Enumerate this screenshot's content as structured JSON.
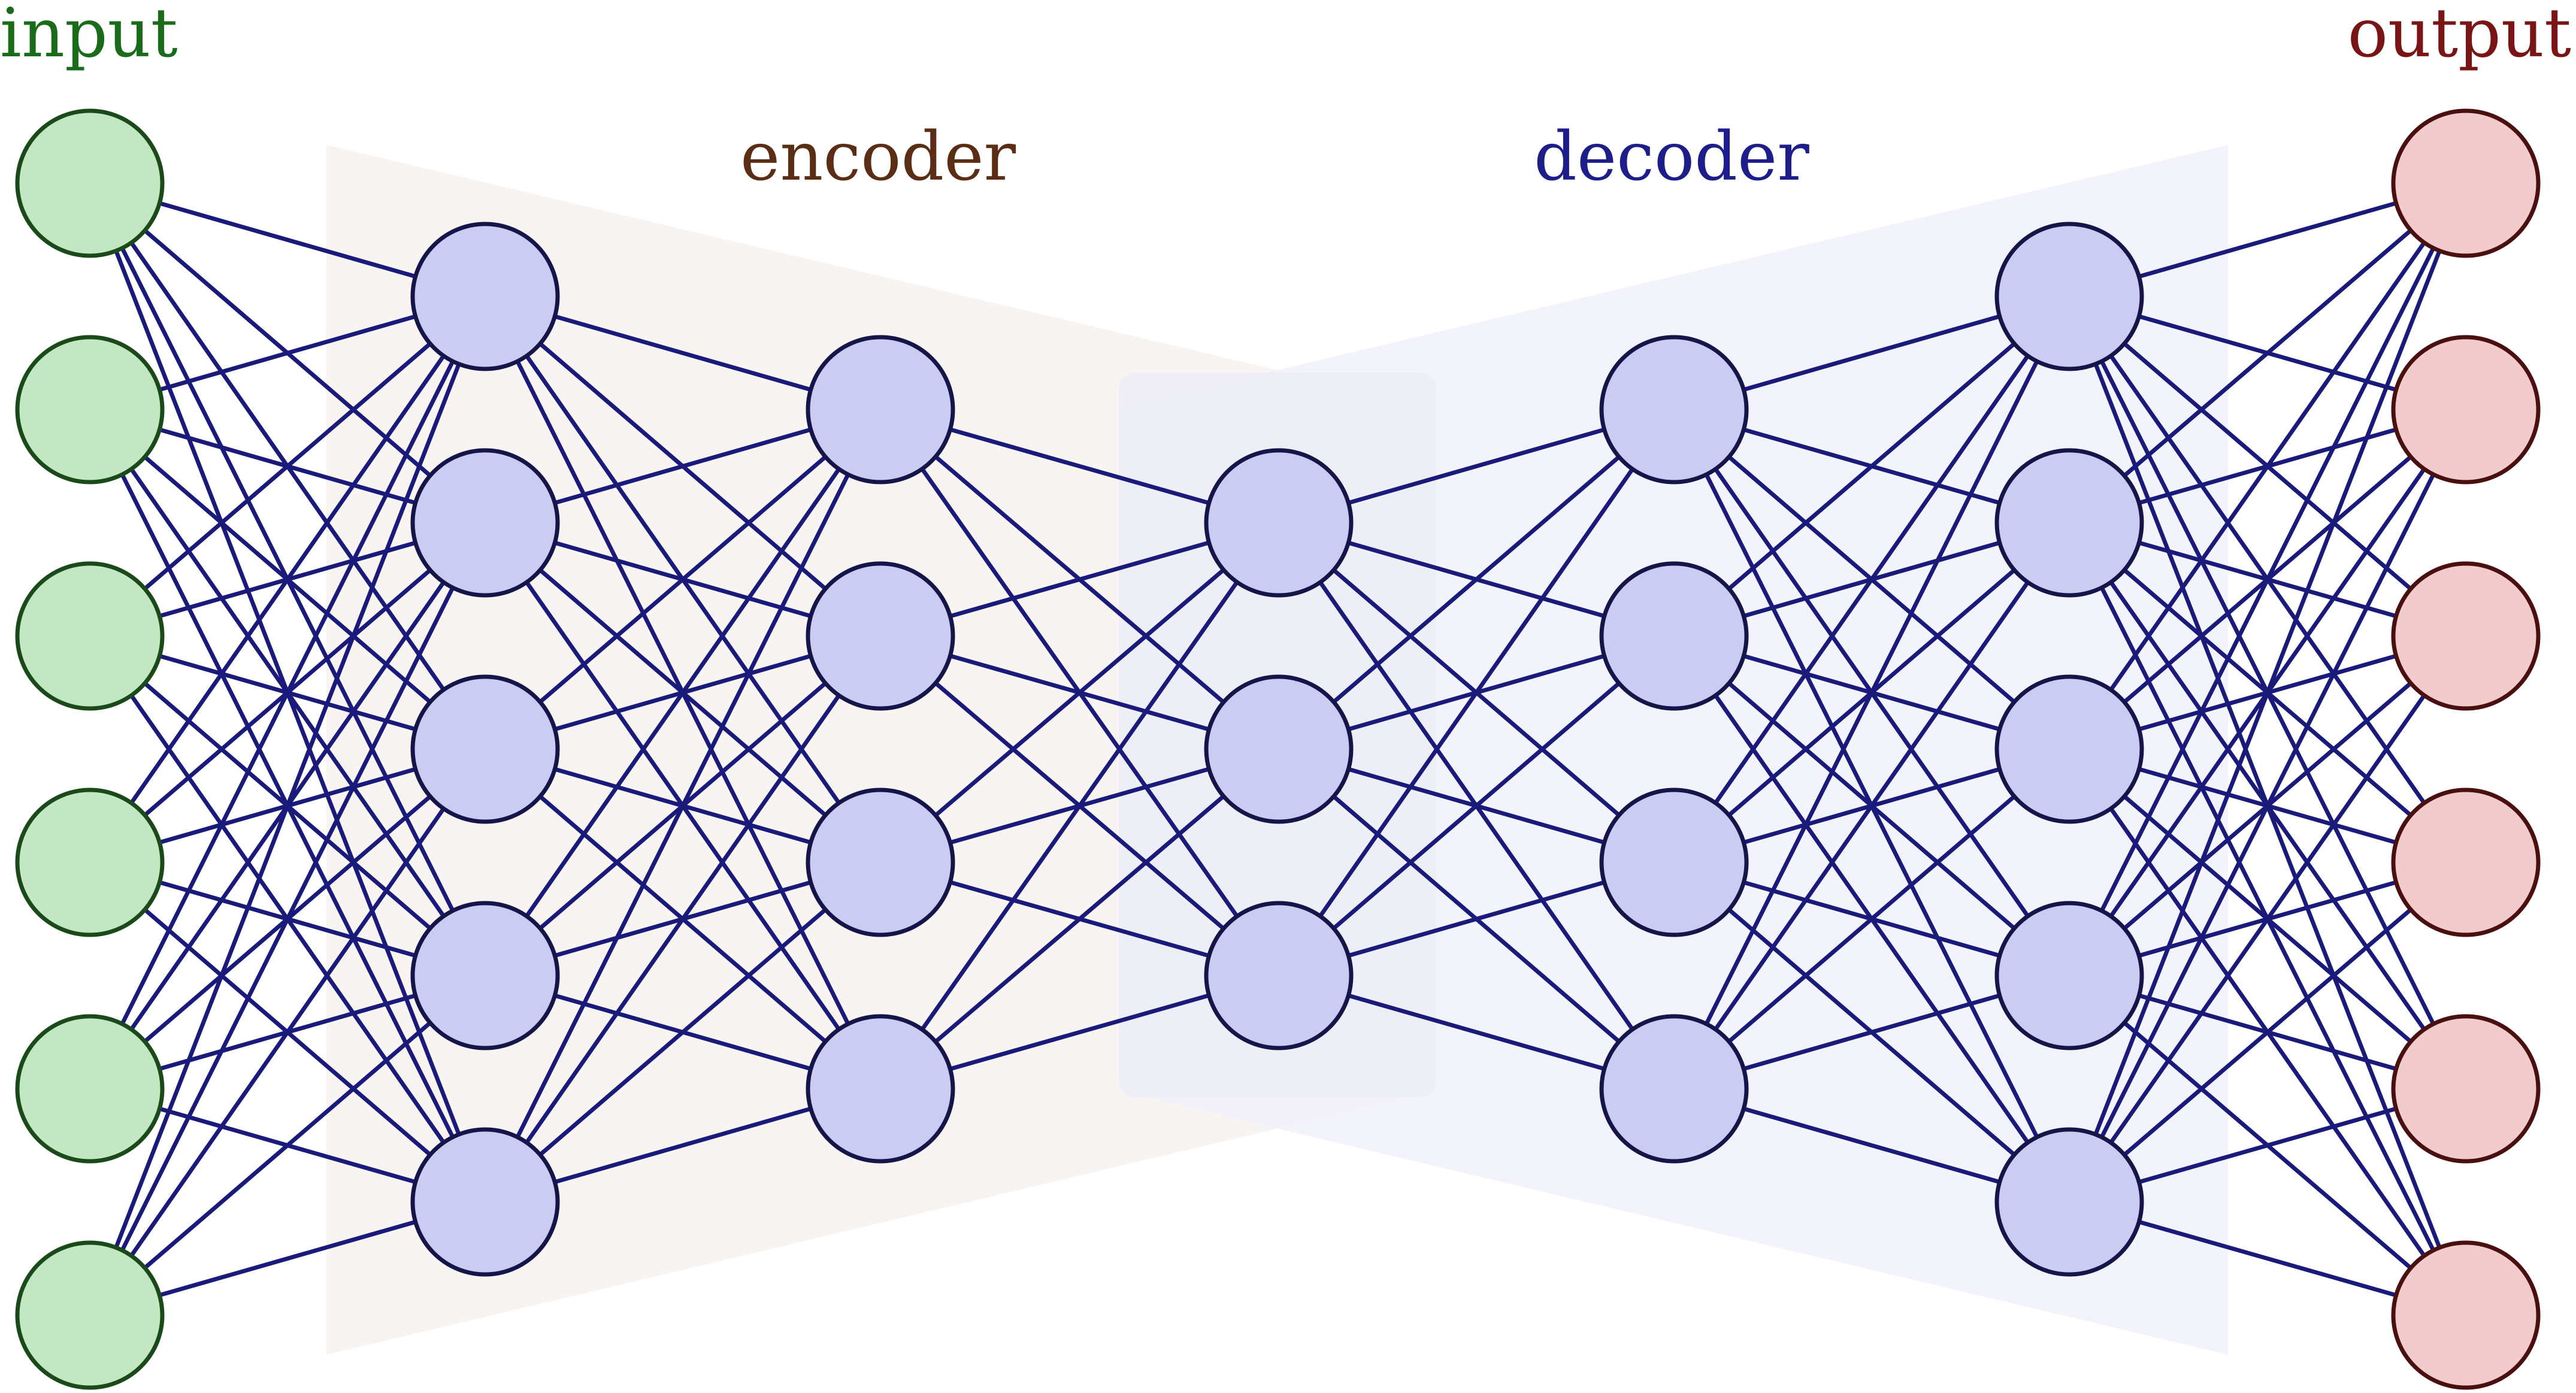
{
  "labels": {
    "input": "input",
    "encoder": "encoder",
    "decoder": "decoder",
    "output": "output"
  },
  "colors": {
    "edge": "#1a1a7a",
    "input_fill": "#c3e6c3",
    "input_stroke": "#1a4a1a",
    "input_label": "#1a6b1a",
    "hidden_fill": "#ccccf2",
    "hidden_stroke": "#15154a",
    "output_fill": "#f2cccc",
    "output_stroke": "#4a1010",
    "output_label": "#7a1515",
    "encoder_label": "#5a2d14",
    "decoder_label": "#1e1e8a",
    "encoder_region": "#f7f4f2",
    "decoder_region": "#f2f2fb",
    "bottleneck_region": "#ececf4"
  },
  "network": {
    "layers": [
      {
        "role": "input",
        "neurons": 6
      },
      {
        "role": "hidden",
        "neurons": 5
      },
      {
        "role": "hidden",
        "neurons": 4
      },
      {
        "role": "hidden",
        "neurons": 3
      },
      {
        "role": "hidden",
        "neurons": 4
      },
      {
        "role": "hidden",
        "neurons": 5
      },
      {
        "role": "output",
        "neurons": 6
      }
    ],
    "connectivity": "fully-connected"
  }
}
